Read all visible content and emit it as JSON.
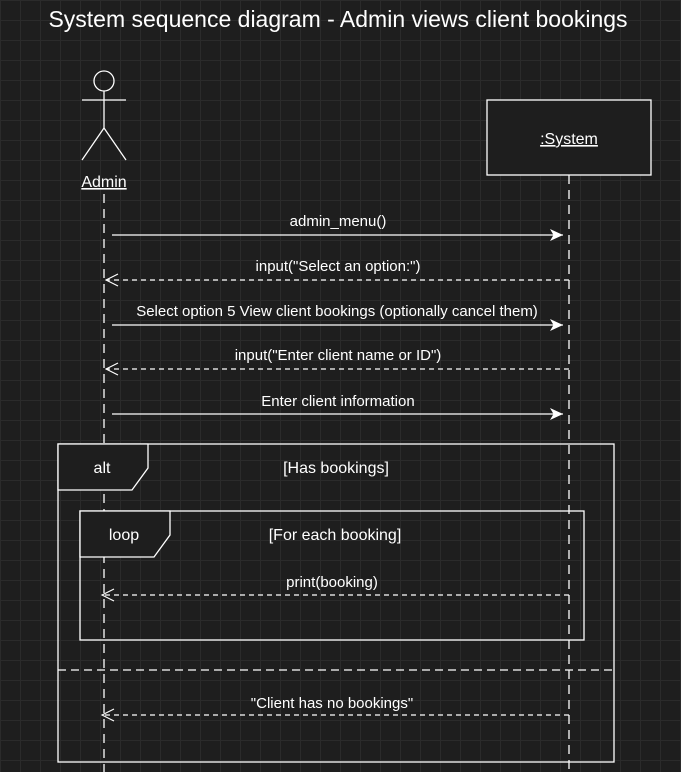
{
  "title": "System sequence diagram - Admin views client bookings",
  "participants": {
    "actor": {
      "label": "Admin",
      "icon": "stick-figure-actor-icon"
    },
    "system": {
      "label": ":System"
    }
  },
  "messages": [
    {
      "text": "admin_menu()",
      "from": "Admin",
      "to": ":System",
      "style": "solid"
    },
    {
      "text": "input(\"Select an option:\")",
      "from": ":System",
      "to": "Admin",
      "style": "dashed"
    },
    {
      "text": "Select option 5 View client bookings (optionally cancel them)",
      "from": "Admin",
      "to": ":System",
      "style": "solid"
    },
    {
      "text": "input(\"Enter client name or ID\")",
      "from": ":System",
      "to": "Admin",
      "style": "dashed"
    },
    {
      "text": "Enter client information",
      "from": "Admin",
      "to": ":System",
      "style": "solid"
    },
    {
      "text": "print(booking)",
      "from": ":System",
      "to": "Admin",
      "style": "dashed"
    },
    {
      "text": "\"Client has no bookings\"",
      "from": ":System",
      "to": "Admin",
      "style": "dashed"
    }
  ],
  "fragments": {
    "alt": {
      "operator": "alt",
      "guard": "[Has bookings]"
    },
    "loop": {
      "operator": "loop",
      "guard": "[For each booking]"
    }
  },
  "colors": {
    "background": "#1e1e1e",
    "grid": "#2b2b2b",
    "stroke": "#ffffff"
  }
}
